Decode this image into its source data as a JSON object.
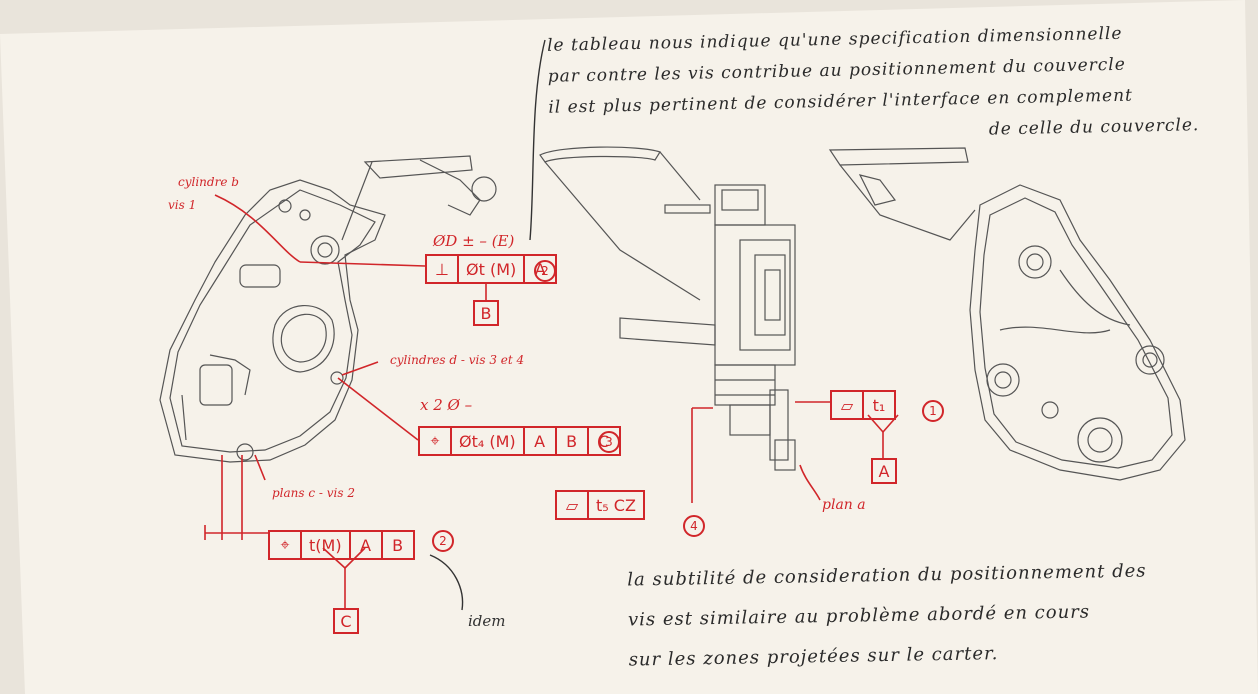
{
  "top_note": [
    "le tableau nous indique qu'une specification dimensionnelle",
    "par contre les vis contribue au positionnement du couvercle",
    "il est plus pertinent de considérer l'interface en complement",
    "de celle du couvercle."
  ],
  "bottom_note": [
    "la subtilité de consideration du positionnement des",
    "vis est similaire au problème abordé en cours",
    "sur les zones projetées sur le carter."
  ],
  "labels": {
    "cylindre_b": "cylindre b",
    "vis1": "vis 1",
    "dim_b": "ØD ± – (E)",
    "cylindres_d": "cylindres d - vis 3 et 4",
    "x2": "x 2 Ø –",
    "plans_c": "plans c - vis 2",
    "idem": "idem",
    "plan_a": "plan a"
  },
  "frame1": {
    "cells": [
      "⊥",
      "Øt (M)",
      "A"
    ],
    "num": "2",
    "datum": "B"
  },
  "frame2": {
    "cells": [
      "⌖",
      "Øt₄ (M)",
      "A",
      "B",
      "C"
    ],
    "num": "3"
  },
  "frame3": {
    "cells": [
      "⌖",
      "t(M)",
      "A",
      "B"
    ],
    "num": "2",
    "datum": "C"
  },
  "frame4": {
    "cells": [
      "▱",
      "t₁"
    ],
    "num": "1",
    "datum": "A"
  },
  "frame5": {
    "cells": [
      "▱",
      "t₅ CZ"
    ],
    "num": "4"
  }
}
